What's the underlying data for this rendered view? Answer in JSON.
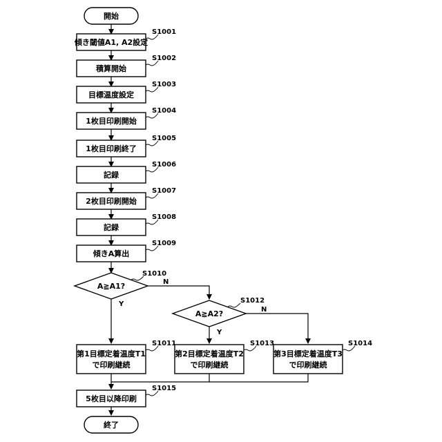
{
  "start": "開始",
  "end": "終了",
  "steps": [
    {
      "id": "S1001",
      "label": "傾き閾値A1, A2設定"
    },
    {
      "id": "S1002",
      "label": "積算開始"
    },
    {
      "id": "S1003",
      "label": "目標温度設定"
    },
    {
      "id": "S1004",
      "label": "1枚目印刷開始"
    },
    {
      "id": "S1005",
      "label": "1枚目印刷終了"
    },
    {
      "id": "S1006",
      "label": "記録"
    },
    {
      "id": "S1007",
      "label": "2枚目印刷開始"
    },
    {
      "id": "S1008",
      "label": "記録"
    },
    {
      "id": "S1009",
      "label": "傾きA算出"
    }
  ],
  "decisions": [
    {
      "id": "S1010",
      "label": "A≧A1?",
      "yes": "Y",
      "no": "N"
    },
    {
      "id": "S1012",
      "label": "A≧A2?",
      "yes": "Y",
      "no": "N"
    }
  ],
  "outcomes": [
    {
      "id": "S1011",
      "line1": "第1目標定着温度T1",
      "line2": "で印刷継続"
    },
    {
      "id": "S1013",
      "line1": "第2目標定着温度T2",
      "line2": "で印刷継続"
    },
    {
      "id": "S1014",
      "line1": "第3目標定着温度T3",
      "line2": "で印刷継続"
    }
  ],
  "final_step": {
    "id": "S1015",
    "label": "5枚目以降印刷"
  }
}
